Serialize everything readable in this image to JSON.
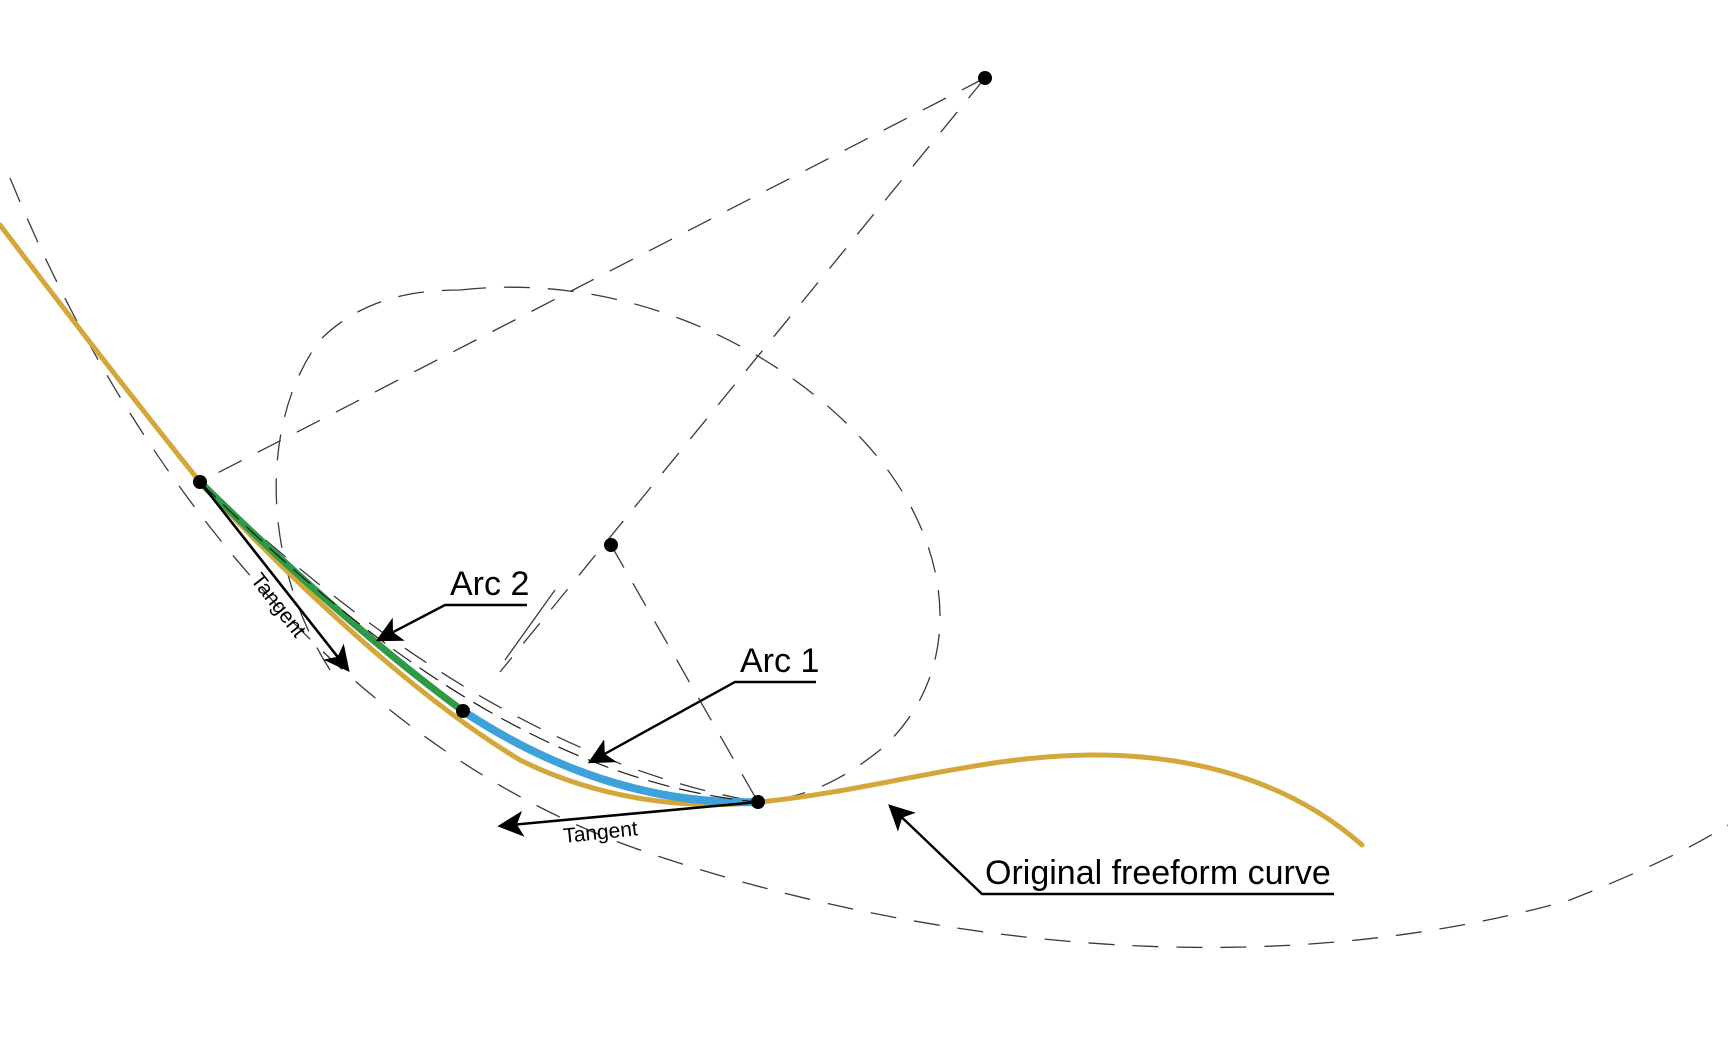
{
  "labels": {
    "arc2": "Arc 2",
    "arc1": "Arc 1",
    "original_curve": "Original freeform curve",
    "tangent_start": "Tangent",
    "tangent_end": "Tangent"
  },
  "colors": {
    "original_curve": "#D4A73A",
    "arc1": "#3FA1DB",
    "arc2": "#2E9A47",
    "construction": "#3a3a3a",
    "points": "#000000"
  },
  "legend": {
    "arc1_color": "#3FA1DB",
    "arc2_color": "#2E9A47"
  }
}
